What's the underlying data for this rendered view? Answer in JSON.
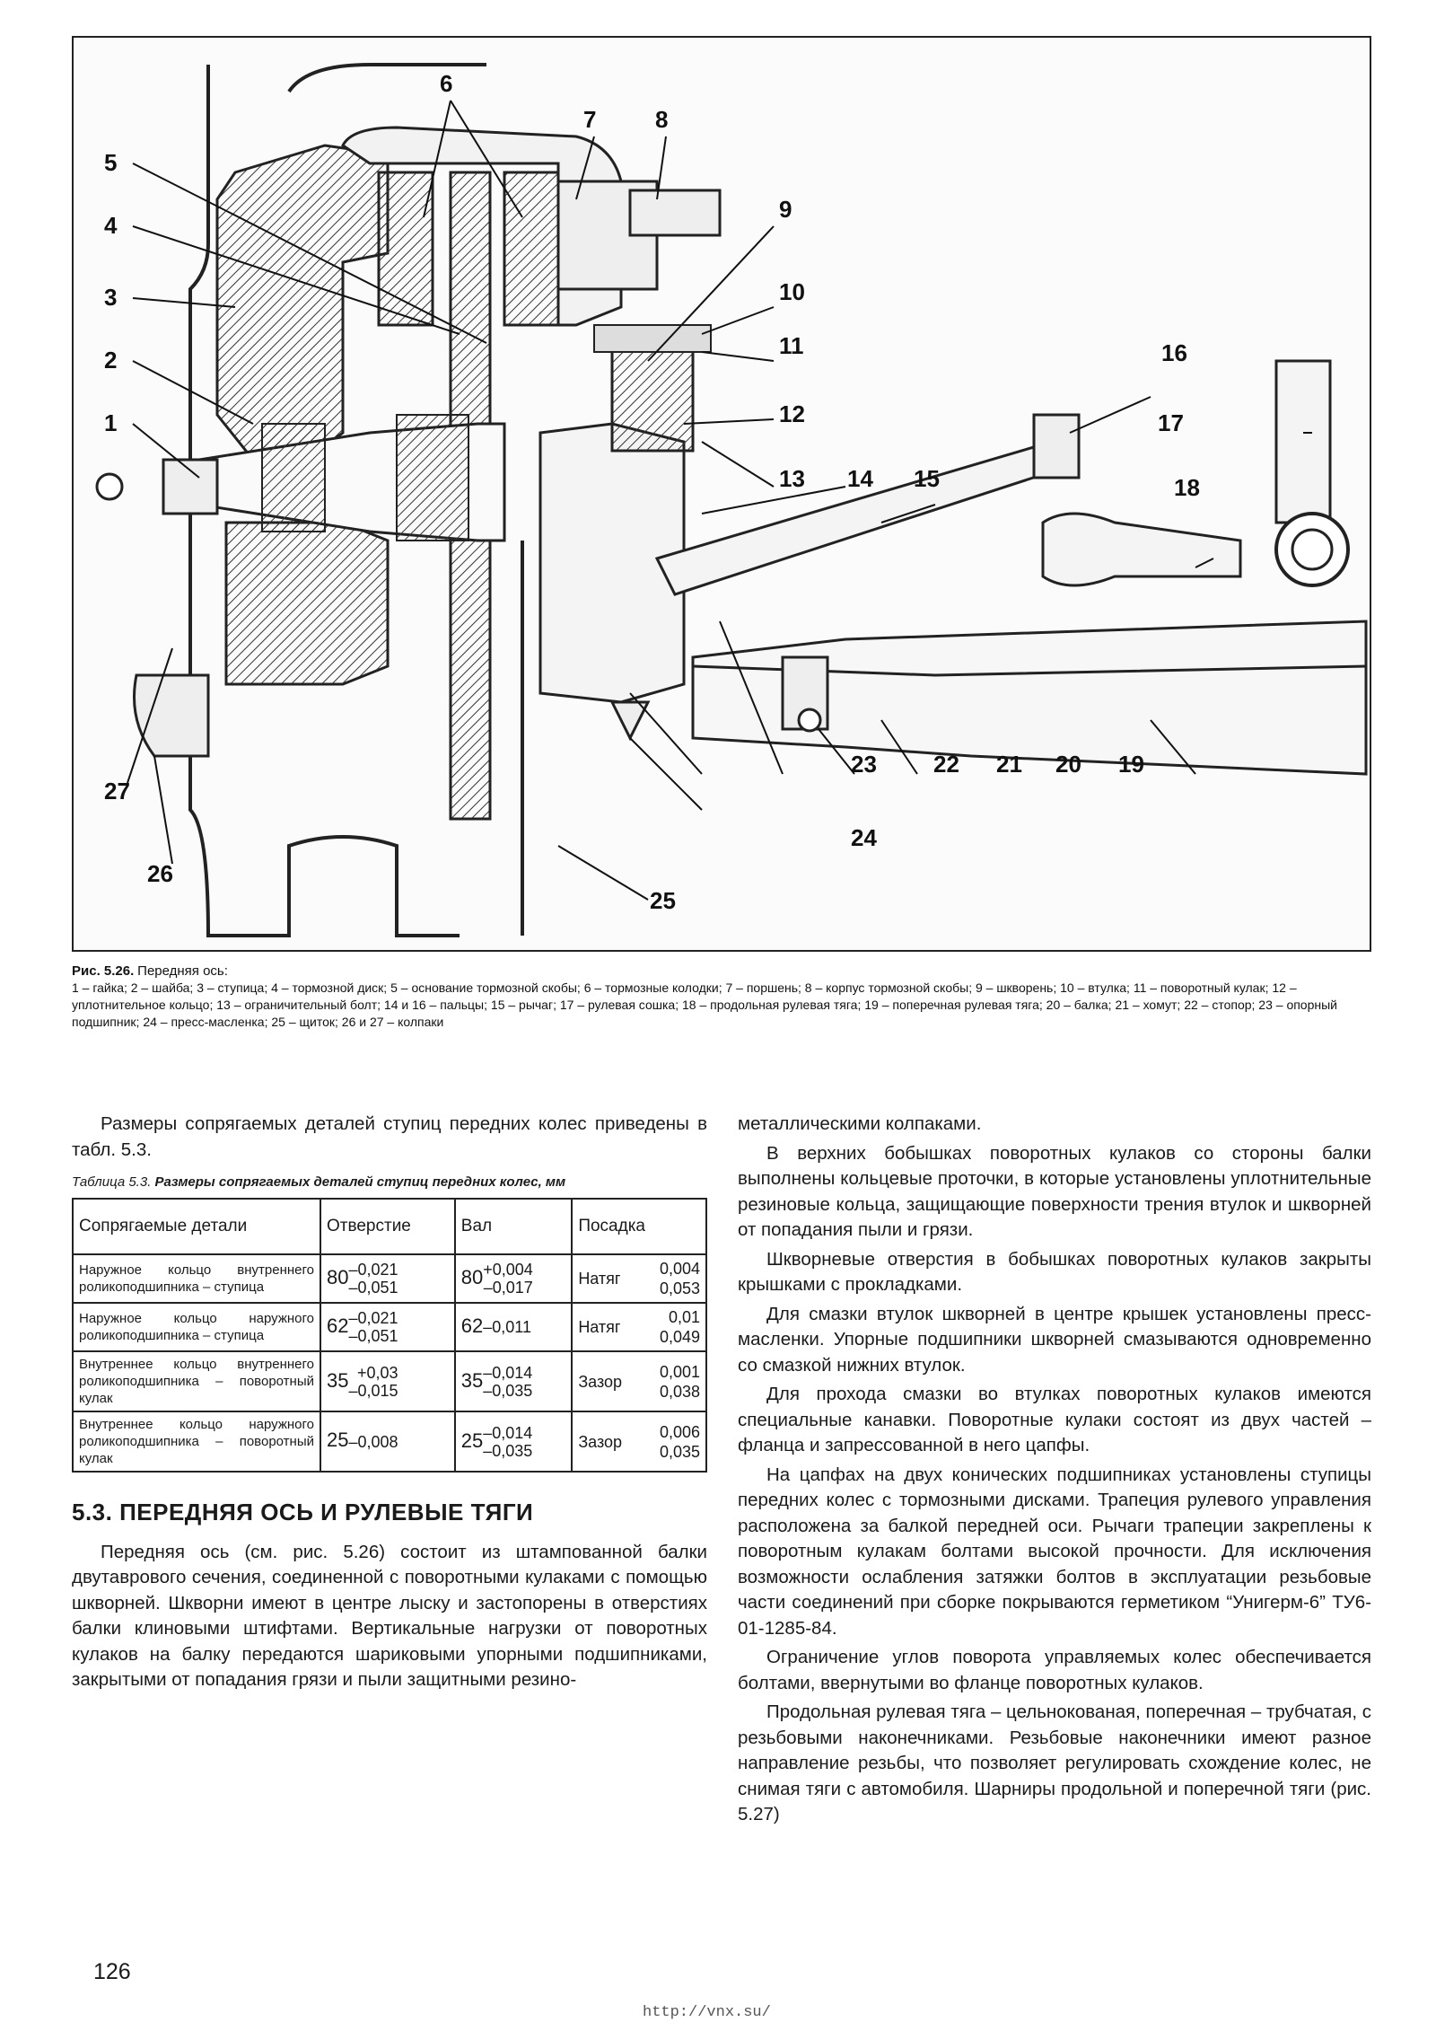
{
  "figure": {
    "callouts": [
      "1",
      "2",
      "3",
      "4",
      "5",
      "6",
      "7",
      "8",
      "9",
      "10",
      "11",
      "12",
      "13",
      "14",
      "15",
      "16",
      "17",
      "18",
      "19",
      "20",
      "21",
      "22",
      "23",
      "24",
      "25",
      "26",
      "27"
    ]
  },
  "caption": {
    "title": "Рис. 5.26.",
    "subtitle": "Передняя ось:",
    "legend": "1 – гайка; 2 – шайба; 3 – ступица; 4 – тормозной диск; 5 – основание тормозной скобы; 6 – тормозные колодки; 7 – поршень; 8 – корпус тормозной скобы; 9 – шкворень; 10 – втулка; 11 – поворотный кулак; 12 – уплотнительное кольцо; 13 – ограничительный болт; 14 и 16 – пальцы; 15 – рычаг; 17 – рулевая сошка; 18 – продольная рулевая тяга; 19 – поперечная рулевая тяга; 20 – балка; 21 – хомут; 22 – стопор; 23 – опорный подшипник; 24 – пресс-масленка; 25 – щиток; 26 и 27 – колпаки"
  },
  "left_column": {
    "intro": "Размеры сопрягаемых деталей ступиц передних колес приведены в табл. 5.3.",
    "table_caption_prefix": "Таблица 5.3.",
    "table_caption_title": "Размеры сопрягаемых деталей ступиц передних колес, мм",
    "table": {
      "headers": [
        "Сопрягаемые детали",
        "Отверстие",
        "Вал",
        "Посадка"
      ],
      "rows": [
        {
          "part": "Наружное кольцо внутреннего роликоподшипника – ступица",
          "hole_nom": "80",
          "hole_up": "–0,021",
          "hole_lo": "–0,051",
          "shaft_nom": "80",
          "shaft_up": "+0,004",
          "shaft_lo": "–0,017",
          "fit": "Натяг",
          "fit_a": "0,004",
          "fit_b": "0,053"
        },
        {
          "part": "Наружное кольцо наружного роликоподшипника – ступица",
          "hole_nom": "62",
          "hole_up": "–0,021",
          "hole_lo": "–0,051",
          "shaft_nom": "62",
          "shaft_up": "",
          "shaft_lo": "–0,011",
          "fit": "Натяг",
          "fit_a": "0,01",
          "fit_b": "0,049"
        },
        {
          "part": "Внутреннее кольцо внутреннего роликоподшипника – поворотный кулак",
          "hole_nom": "35",
          "hole_up": "+0,03",
          "hole_lo": "–0,015",
          "shaft_nom": "35",
          "shaft_up": "–0,014",
          "shaft_lo": "–0,035",
          "fit": "Зазор",
          "fit_a": "0,001",
          "fit_b": "0,038"
        },
        {
          "part": "Внутреннее кольцо наружного роликоподшипника – поворотный кулак",
          "hole_nom": "25",
          "hole_up": "",
          "hole_lo": "–0,008",
          "shaft_nom": "25",
          "shaft_up": "–0,014",
          "shaft_lo": "–0,035",
          "fit": "Зазор",
          "fit_a": "0,006",
          "fit_b": "0,035"
        }
      ]
    },
    "section_title": "5.3. ПЕРЕДНЯЯ ОСЬ И РУЛЕВЫЕ ТЯГИ",
    "section_text": "Передняя ось (см. рис. 5.26) состоит из штампованной балки двутаврового сечения, соединенной с поворотными кулаками с помощью шкворней. Шкворни имеют в центре лыску и застопорены в отверстиях балки клиновыми штифтами. Вертикальные нагрузки от поворотных кулаков на балку передаются шариковыми упорными подшипниками, закрытыми от попадания грязи и пыли защитными резино-"
  },
  "right_column": {
    "paragraphs": [
      "металлическими колпаками.",
      "В верхних бобышках поворотных кулаков со стороны балки выполнены кольцевые проточки, в которые установлены уплотнительные резиновые кольца, защищающие поверхности трения втулок и шкворней от попадания пыли и грязи.",
      "Шкворневые отверстия в бобышках поворотных кулаков закрыты крышками с прокладками.",
      "Для смазки втулок шкворней в центре крышек установлены пресс-масленки. Упорные подшипники шкворней смазываются одновременно со смазкой нижних втулок.",
      "Для прохода смазки во втулках поворотных кулаков имеются специальные канавки. Поворотные кулаки состоят из двух частей – фланца и запрессованной в него цапфы.",
      "На цапфах на двух конических подшипниках установлены ступицы передних колес с тормозными дисками. Трапеция рулевого управления расположена за балкой передней оси. Рычаги трапеции закреплены к поворотным кулакам болтами высокой прочности. Для исключения возможности ослабления затяжки болтов в эксплуатации резьбовые части соединений при сборке покрываются герметиком “Унигерм-6” ТУ6-01-1285-84.",
      "Ограничение углов поворота управляемых колес обеспечивается болтами, ввернутыми во фланце поворотных кулаков.",
      "Продольная рулевая тяга – цельнокованая, поперечная – трубчатая, с резьбовыми наконечниками. Резьбовые наконечники имеют разное направление резьбы, что позволяет регулировать схождение колес, не снимая тяги с автомобиля. Шарниры продольной и поперечной тяги (рис. 5.27)"
    ]
  },
  "page_number": "126",
  "footer_url": "http://vnx.su/"
}
